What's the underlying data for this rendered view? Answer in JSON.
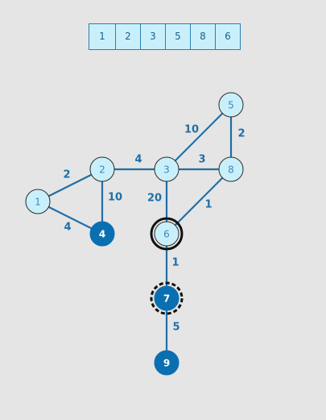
{
  "queue": [
    "1",
    "2",
    "3",
    "5",
    "8",
    "6"
  ],
  "colors": {
    "edge": "#1f6fa8",
    "node_fill": "#c9f0fa",
    "node_stroke": "#2a2a2a",
    "node_text": "#3a8ac0",
    "visited_fill": "#0a6fb0",
    "visited_text": "#ffffff",
    "weight_text": "#1f6fa8",
    "queue_fill": "#c9f0fa",
    "queue_border": "#2a7fb6"
  },
  "nodes": [
    {
      "id": "1",
      "state": "open"
    },
    {
      "id": "2",
      "state": "open"
    },
    {
      "id": "3",
      "state": "open"
    },
    {
      "id": "4",
      "state": "visited"
    },
    {
      "id": "5",
      "state": "open"
    },
    {
      "id": "6",
      "state": "current"
    },
    {
      "id": "7",
      "state": "visited-dashed"
    },
    {
      "id": "8",
      "state": "open"
    },
    {
      "id": "9",
      "state": "visited"
    }
  ],
  "edges": [
    {
      "from": "1",
      "to": "2",
      "weight": "2"
    },
    {
      "from": "1",
      "to": "4",
      "weight": "4"
    },
    {
      "from": "2",
      "to": "3",
      "weight": "4"
    },
    {
      "from": "2",
      "to": "4",
      "weight": "10"
    },
    {
      "from": "3",
      "to": "5",
      "weight": "10"
    },
    {
      "from": "3",
      "to": "8",
      "weight": "3"
    },
    {
      "from": "3",
      "to": "6",
      "weight": "20"
    },
    {
      "from": "5",
      "to": "8",
      "weight": "2"
    },
    {
      "from": "8",
      "to": "6",
      "weight": "1"
    },
    {
      "from": "6",
      "to": "7",
      "weight": "1"
    },
    {
      "from": "7",
      "to": "9",
      "weight": "5"
    }
  ]
}
